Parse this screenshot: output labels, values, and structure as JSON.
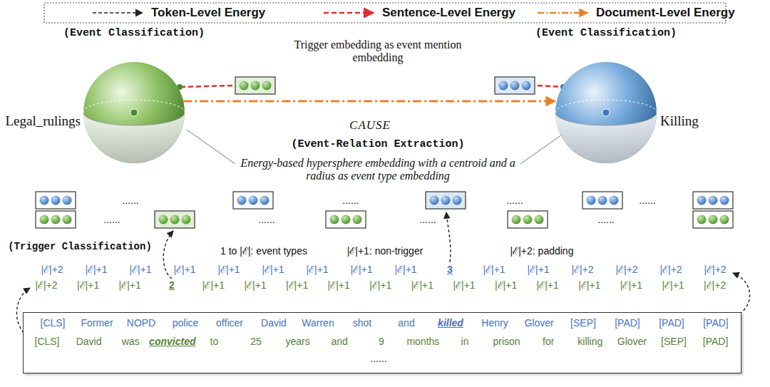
{
  "diagram": {
    "nodes": [
      {
        "text": [
          "(Event Classification)",
          "Legal_rulings"
        ]
      },
      {
        "text": [
          "(Event Classification)",
          "Killing"
        ]
      },
      {
        "text": [
          "[CLS]",
          "Former",
          "NOPD",
          "police",
          "officer",
          "David",
          "Warren",
          "shot",
          "and",
          "killed",
          "Henry",
          "Glover",
          "[SEP]",
          "[PAD]",
          "[PAD]",
          "[PAD]",
          "[CLS]",
          "David",
          "was",
          "convicted",
          "to",
          "25",
          "years",
          "and",
          "9",
          "months",
          "in",
          "prison",
          "for",
          "killing",
          "Glover",
          "[SEP]",
          "[PAD]",
          "......"
        ]
      }
    ],
    "edges": [
      {
        "from": 0,
        "to": 1,
        "label": "CAUSE",
        "arrow": "to"
      }
    ],
    "labels": [
      "Trigger embedding as event mention embedding",
      "(Event-Relation Extraction)",
      "Energy-based hypersphere embedding with a centroid and a radius as event type embedding",
      "......",
      "......",
      "......",
      "......",
      "......",
      "......",
      "......",
      "......",
      "(Trigger Classification)",
      "1 to |ℰ|: event types",
      "|ℰ|+1: non-trigger",
      "|ℰ|+2: padding",
      "|ℰ|+2",
      "|ℰ|+1",
      "|ℰ|+1",
      "|ℰ|+1",
      "|ℰ|+1",
      "|ℰ|+1",
      "|ℰ|+1",
      "|ℰ|+1",
      "|ℰ|+1",
      "3",
      "|ℰ|+1",
      "|ℰ|+1",
      "|ℰ|+2",
      "|ℰ|+2",
      "|ℰ|+2",
      "|ℰ|+2",
      "|ℰ|+2",
      "|ℰ|+1",
      "|ℰ|+1",
      "2",
      "|ℰ|+1",
      "|ℰ|+1",
      "|ℰ|+1",
      "|ℰ|+1",
      "|ℰ|+1",
      "|ℰ|+1",
      "|ℰ|+1",
      "|ℰ|+1",
      "|ℰ|+1",
      "|ℰ|+1",
      "|ℰ|+1",
      "|ℰ|+1",
      "|ℰ|+2"
    ],
    "legend": [
      {
        "text": "Token-Level Energy"
      },
      {
        "text": "Sentence-Level Energy"
      },
      {
        "text": "Document-Level Energy"
      }
    ]
  }
}
